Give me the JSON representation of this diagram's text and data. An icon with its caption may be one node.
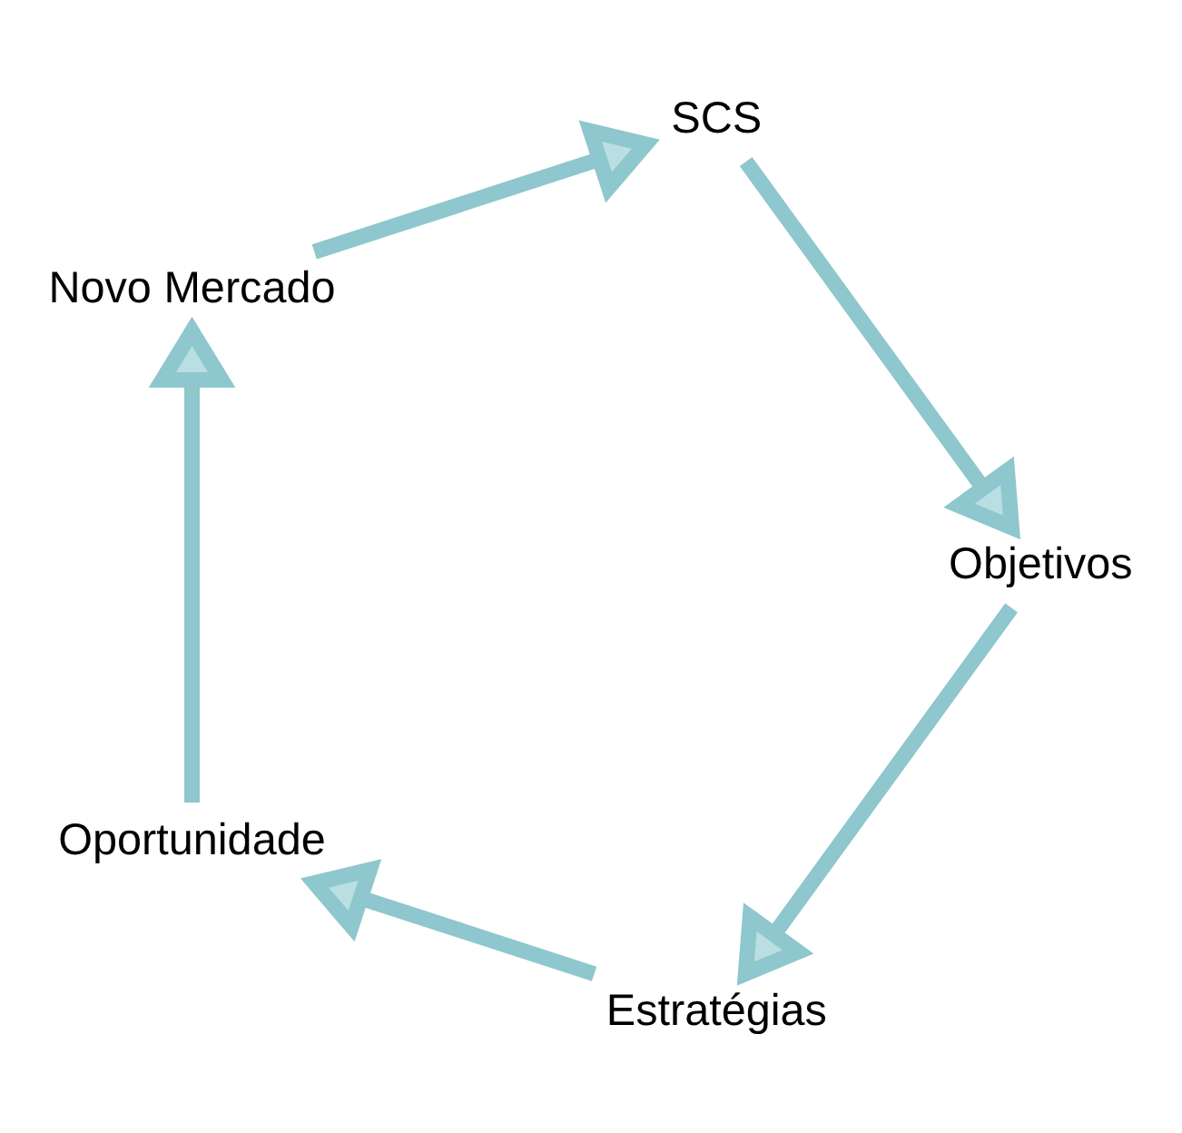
{
  "diagram": {
    "nodes": [
      {
        "text": [
          "Estratégias"
        ]
      },
      {
        "text": [
          "Oportunidade"
        ]
      },
      {
        "text": [
          "Novo Mercado"
        ]
      },
      {
        "text": [
          "SCS"
        ]
      },
      {
        "text": [
          "Objetivos"
        ]
      }
    ],
    "edges": [
      {
        "from": 0,
        "to": 1,
        "arrow": "to"
      },
      {
        "from": 1,
        "to": 2,
        "arrow": "to"
      },
      {
        "from": 2,
        "to": 3,
        "arrow": "to"
      },
      {
        "from": 3,
        "to": 4,
        "arrow": "to"
      },
      {
        "from": 4,
        "to": 0,
        "arrow": "to"
      }
    ]
  }
}
